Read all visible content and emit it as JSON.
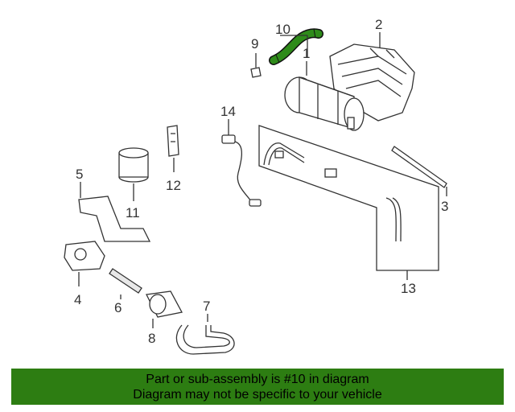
{
  "diagram": {
    "callouts": [
      "10",
      "2",
      "9",
      "1",
      "14",
      "12",
      "3",
      "5",
      "11",
      "13",
      "4",
      "6",
      "7",
      "8"
    ],
    "highlight_color": "#2e8b1a",
    "highlighted_part": "10"
  },
  "banner": {
    "line1": "Part or sub-assembly is #10 in diagram",
    "line2": "Diagram may not be specific to your vehicle",
    "background": "#2d7d12"
  }
}
